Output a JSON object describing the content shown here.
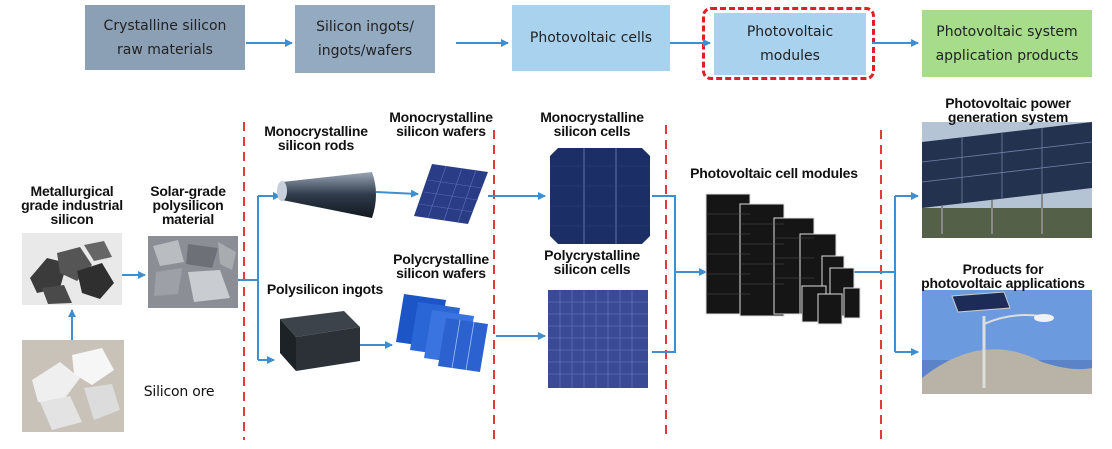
{
  "flow": {
    "raw": "Crystalline silicon\nraw materials",
    "ingots": "Silicon ingots/\ningots/wafers",
    "cells": "Photovoltaic cells",
    "modules": "Photovoltaic\nmodules",
    "application": "Photovoltaic system\napplication products"
  },
  "labels": {
    "metallurgical": "Metallurgical\ngrade industrial\nsilicon",
    "solar_grade": "Solar-grade\npolysilicon\nmaterial",
    "silicon_ore": "Silicon ore",
    "mono_rods": "Monocrystalline\nsilicon rods",
    "poly_ingots": "Polysilicon ingots",
    "mono_wafers": "Monocrystalline\nsilicon wafers",
    "poly_wafers": "Polycrystalline\nsilicon wafers",
    "mono_cells": "Monocrystalline\nsilicon cells",
    "poly_cells": "Polycrystalline\nsilicon cells",
    "cell_modules": "Photovoltaic cell modules",
    "power_system": "Photovoltaic power\ngeneration system",
    "products": "Products for\nphotovoltaic applications"
  },
  "colors": {
    "raw_box": "#8ca0b5",
    "ingot_box": "#93aac1",
    "cell_box": "#a9d2ef",
    "module_box": "#a9d2ef",
    "app_box": "#a6dc8a",
    "arrow": "#3f8fd0",
    "highlight": "#e01e24",
    "divider": "#e33a3a"
  }
}
